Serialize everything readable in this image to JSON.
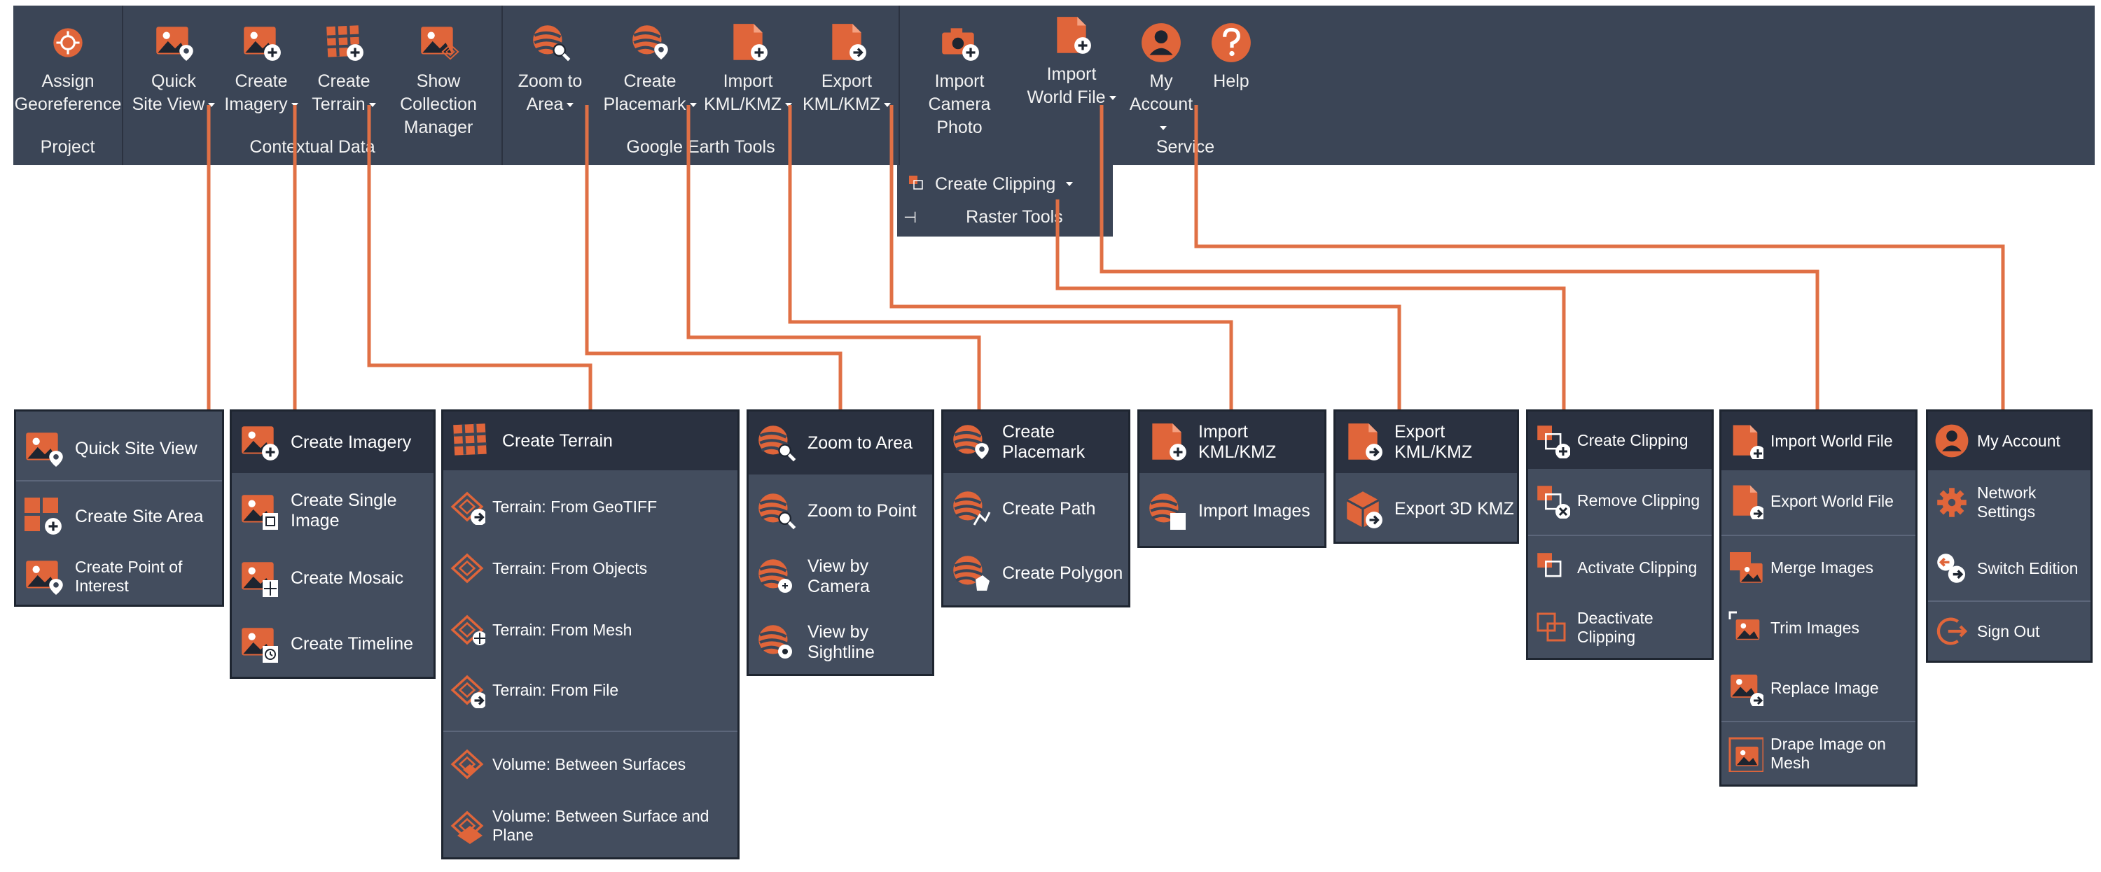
{
  "ribbon": {
    "buttons": {
      "assign": "Assign\nGeoreference",
      "quick_site": "Quick\nSite View",
      "create_imagery": "Create\nImagery",
      "create_terrain": "Create\nTerrain",
      "show_collection": "Show Collection\nManager",
      "zoom_area": "Zoom to\nArea",
      "create_placemark": "Create\nPlacemark",
      "import_kml": "Import\nKML/KMZ",
      "export_kml": "Export\nKML/KMZ",
      "import_camera": "Import\nCamera Photo",
      "import_world": "Import\nWorld File",
      "my_account": "My\nAccount",
      "help": "Help"
    },
    "panels": {
      "project": "Project",
      "contextual": "Contextual Data",
      "google_earth": "Google Earth Tools",
      "service": "Service"
    },
    "raster": {
      "create_clipping": "Create Clipping",
      "raster_tools": "Raster Tools"
    }
  },
  "menus": {
    "quick_site": [
      "Quick Site View",
      "Create Site Area",
      "Create Point of Interest"
    ],
    "imagery": [
      "Create Imagery",
      "Create Single Image",
      "Create Mosaic",
      "Create Timeline"
    ],
    "terrain": [
      "Create Terrain",
      "Terrain: From GeoTIFF",
      "Terrain: From Objects",
      "Terrain: From Mesh",
      "Terrain: From File",
      "Volume: Between Surfaces",
      "Volume: Between Surface and Plane"
    ],
    "zoom": [
      "Zoom to Area",
      "Zoom to Point",
      "View by Camera",
      "View by Sightline"
    ],
    "placemark": [
      "Create Placemark",
      "Create Path",
      "Create Polygon"
    ],
    "import_kml": [
      "Import KML/KMZ",
      "Import Images"
    ],
    "export_kml": [
      "Export KML/KMZ",
      "Export 3D KMZ"
    ],
    "clipping": [
      "Create Clipping",
      "Remove Clipping",
      "Activate Clipping",
      "Deactivate Clipping"
    ],
    "world_file": [
      "Import World File",
      "Export World File",
      "Merge Images",
      "Trim Images",
      "Replace Image",
      "Drape Image on Mesh"
    ],
    "account": [
      "My Account",
      "Network Settings",
      "Switch Edition",
      "Sign Out"
    ]
  },
  "colors": {
    "ribbon_bg": "#3b4556",
    "menu_bg": "#434d5e",
    "accent": "#e0653a",
    "connector": "#e07045"
  }
}
